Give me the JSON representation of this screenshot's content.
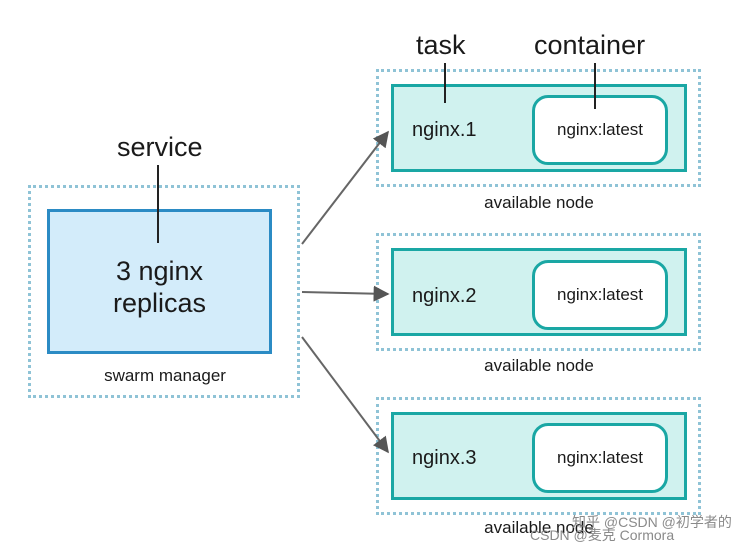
{
  "callouts": {
    "service": "service",
    "task": "task",
    "container": "container"
  },
  "manager": {
    "text_line1": "3 nginx",
    "text_line2": "replicas",
    "caption": "swarm manager"
  },
  "nodes": [
    {
      "task": "nginx.1",
      "container": "nginx:latest",
      "caption": "available node"
    },
    {
      "task": "nginx.2",
      "container": "nginx:latest",
      "caption": "available node"
    },
    {
      "task": "nginx.3",
      "container": "nginx:latest",
      "caption": "available node"
    }
  ],
  "watermark": {
    "line1": "知乎 @CSDN @初学者的bug",
    "line2": "CSDN @麦克  Cormora"
  },
  "colors": {
    "manager_fill": "#d3ecfa",
    "manager_border": "#2b8bc4",
    "node_fill": "#d0f2ef",
    "node_border": "#1aa7a4",
    "dotted_border": "#8fc3d6"
  }
}
